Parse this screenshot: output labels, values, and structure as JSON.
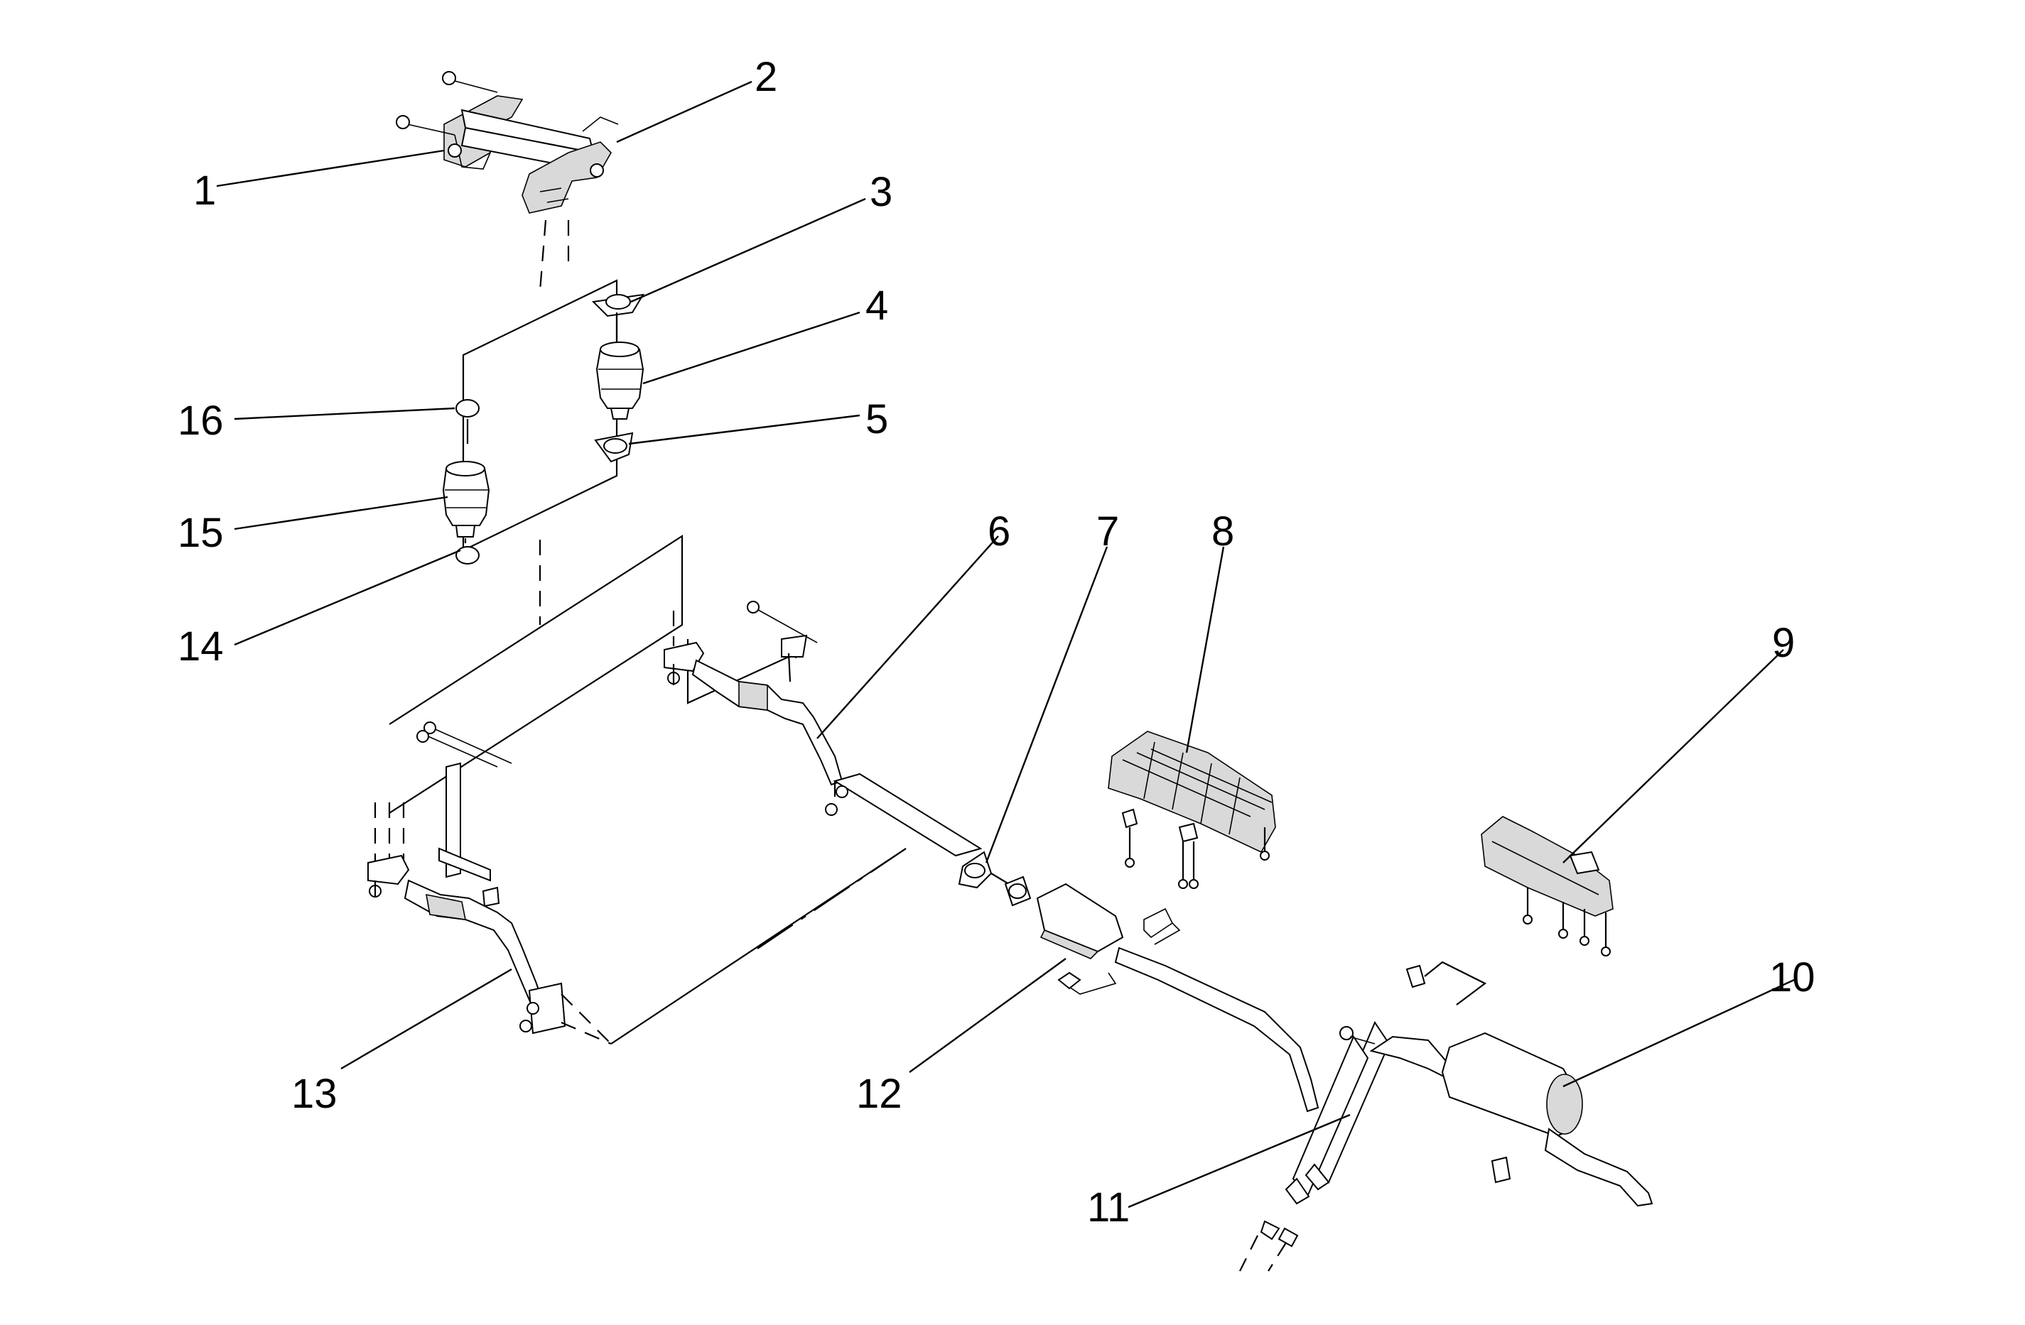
{
  "callouts": {
    "c1": "1",
    "c2": "2",
    "c3": "3",
    "c4": "4",
    "c5": "5",
    "c6": "6",
    "c7": "7",
    "c8": "8",
    "c9": "9",
    "c10": "10",
    "c11": "11",
    "c12": "12",
    "c13": "13",
    "c14": "14",
    "c15": "15",
    "c16": "16"
  },
  "colors": {
    "line": "#000000",
    "background": "#ffffff",
    "shading": "#d9d9d9"
  }
}
